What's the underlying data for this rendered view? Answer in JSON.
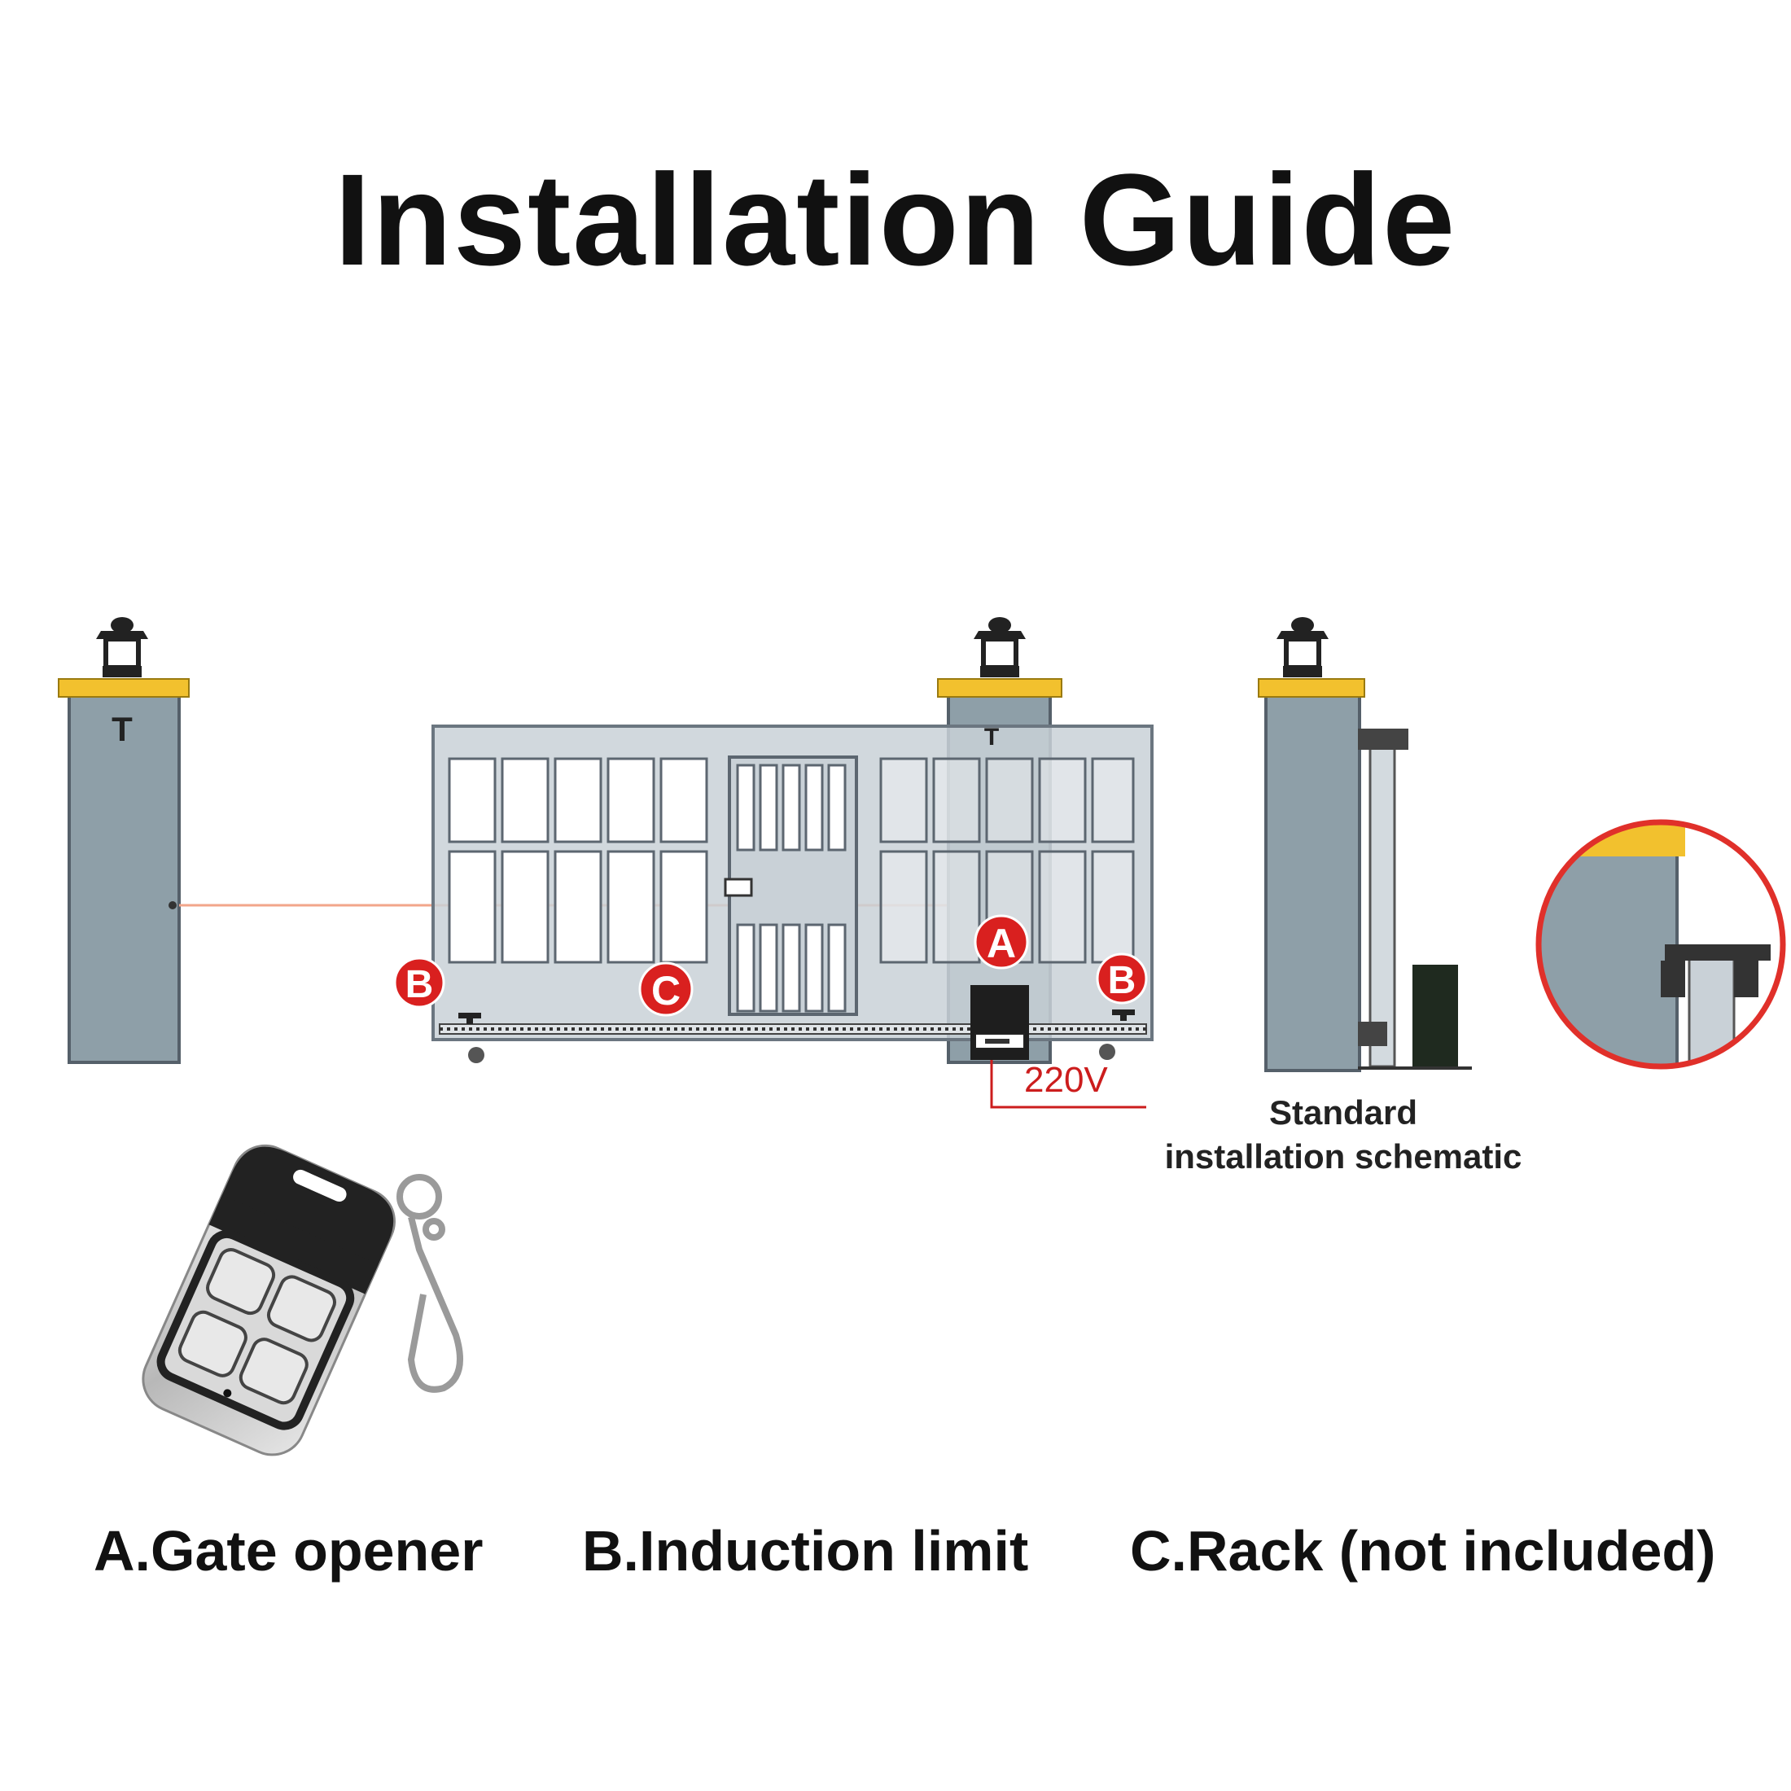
{
  "title": "Installation Guide",
  "diagram": {
    "markers": {
      "A": "A",
      "B": "B",
      "C": "C"
    },
    "voltage": "220V",
    "schematic_label_line1": "Standard",
    "schematic_label_line2": "installation schematic"
  },
  "legend": {
    "a": "A.Gate opener",
    "b": "B.Induction limit",
    "c": "C.Rack (not included)"
  },
  "colors": {
    "pillar": "#8e9fa8",
    "pillar_cap": "#f2c12e",
    "gate": "#c9d1d7",
    "marker_red": "#d9201f",
    "laser": "#f2a58a",
    "voltage_line": "#cc1d1d"
  },
  "icons": [
    "lamp-icon",
    "remote-control-icon",
    "keyring-clip-icon",
    "magnifier-circle"
  ]
}
